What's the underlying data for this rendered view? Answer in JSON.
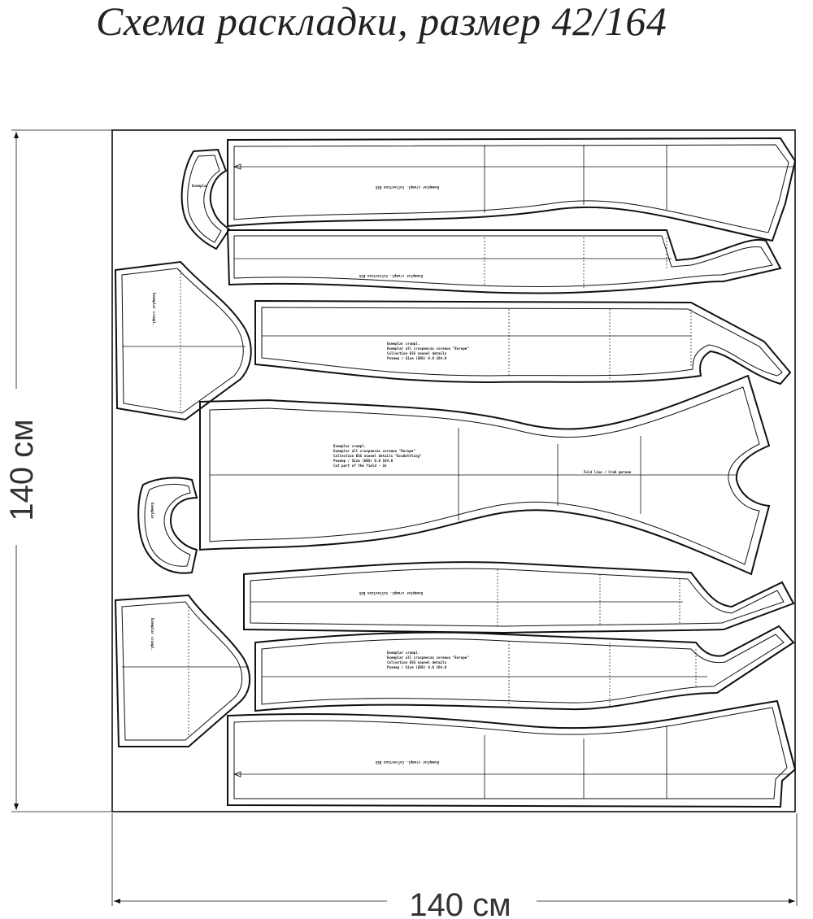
{
  "title": "Схема раскладки, размер 42/164",
  "dimensions": {
    "height_label": "140 см",
    "width_label": "140 см"
  },
  "piece_labels": {
    "fold_line": "Fold line / Сгиб детали",
    "block_a": [
      "Exemplar crumpl.",
      "Exemplar all cruspencas coreaux \"Enrope\"",
      "Collection ESS nounel details \"Ecodottting\"",
      "Размер / Size (EBS)    0.0  164.0",
      "Cut part of the field - 1k"
    ]
  }
}
